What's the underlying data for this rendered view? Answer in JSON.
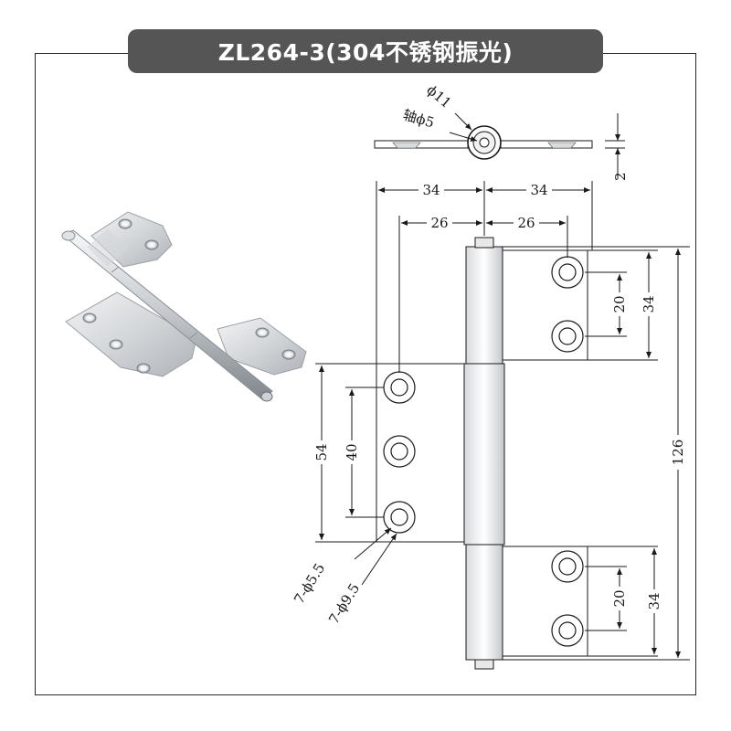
{
  "title": "ZL264-3(304不锈钢振光)",
  "dims": {
    "pin_dia": "ϕ11",
    "shaft_dia": "轴ϕ5",
    "thickness": "2",
    "left_span": "34",
    "right_span": "34",
    "left_hole_span": "26",
    "right_hole_span": "26",
    "top_leaf_hole_pitch": "20",
    "top_leaf_height": "34",
    "total_height": "126",
    "left_leaf_height": "54",
    "left_hole_pitch": "40",
    "bottom_leaf_hole_pitch": "20",
    "bottom_leaf_height": "34",
    "hole_small": "7-ϕ5.5",
    "hole_large": "7-ϕ9.5"
  },
  "colors": {
    "title_bg": "#555555",
    "metal_light": "#e6e8ea",
    "metal_mid": "#b9bec3",
    "metal_dark": "#8c9196",
    "line": "#1a1a1a"
  }
}
